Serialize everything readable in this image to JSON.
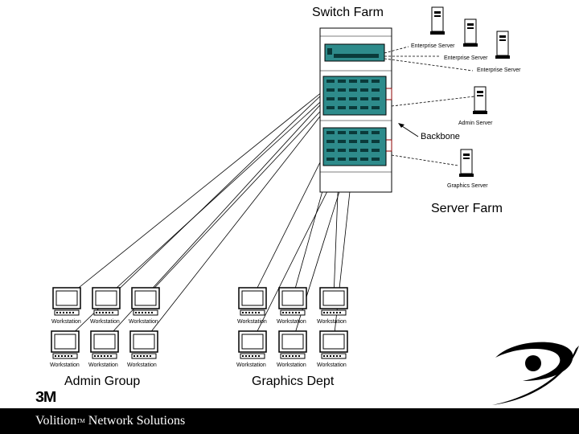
{
  "titles": {
    "switch_farm": "Switch Farm",
    "server_farm": "Server Farm",
    "backbone": "Backbone",
    "admin_group": "Admin Group",
    "graphics_dept": "Graphics Dept"
  },
  "servers": {
    "enterprise1": "Enterprise Server",
    "enterprise2": "Enterprise Server",
    "enterprise3": "Enterprise Server",
    "admin": "Admin Server",
    "graphics": "Graphics Server"
  },
  "workstation_label": "Workstation",
  "groups": [
    {
      "name": "Admin Group",
      "rows": [
        [
          "Workstation",
          "Workstation",
          "Workstation"
        ],
        [
          "Workstation",
          "Workstation",
          "Workstation"
        ]
      ]
    },
    {
      "name": "Graphics Dept",
      "rows": [
        [
          "Workstation",
          "Workstation",
          "Workstation"
        ],
        [
          "Workstation",
          "Workstation",
          "Workstation"
        ]
      ]
    }
  ],
  "footer": {
    "brand": "Volition",
    "tm": "TM",
    "rest": " Network Solutions"
  },
  "logo": {
    "text": "3M",
    "icon": "swirl-logo-icon"
  },
  "colors": {
    "hub": "#2e8b8b",
    "ports": "#0a3a3a",
    "footer": "#000000",
    "link": "#000000"
  }
}
